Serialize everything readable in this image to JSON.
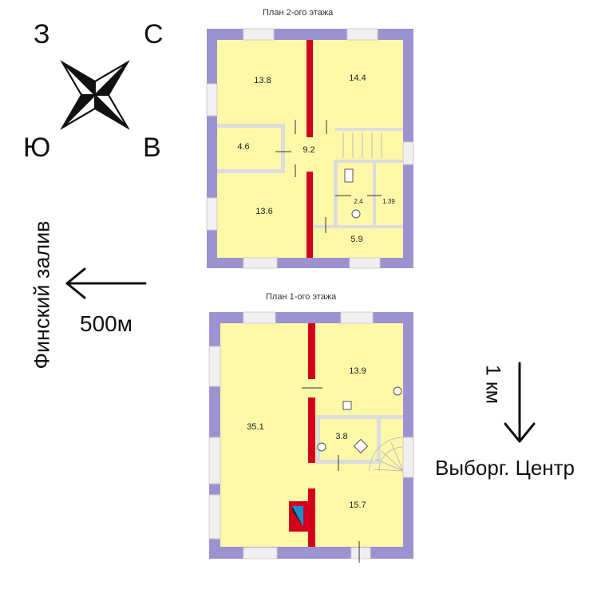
{
  "floor2": {
    "title": "План 2-ого этажа",
    "rooms": {
      "r1": "13.8",
      "r2": "14.4",
      "r3": "4.6",
      "r4": "9.2",
      "r5": "2.4",
      "r6": "1.39",
      "r7": "13.6",
      "r8": "5.9"
    }
  },
  "floor1": {
    "title": "План 1-ого этажа",
    "rooms": {
      "r1": "35.1",
      "r2": "13.9",
      "r3": "3.8",
      "r4": "15.7"
    }
  },
  "compass": {
    "nw": "З",
    "ne": "С",
    "sw": "Ю",
    "se": "В"
  },
  "notes": {
    "gulf": "Финский залив",
    "gulf_distance": "500м",
    "center_distance": "1 км",
    "center": "Выборг. Центр"
  },
  "colors": {
    "wall": "#9b93d0",
    "floor": "#fdf8a8",
    "inner_wall": "#dcdcdc",
    "bearing_wall": "#d3001c",
    "window": "#f0f0f0",
    "stove_blue": "#1b8fd0"
  }
}
